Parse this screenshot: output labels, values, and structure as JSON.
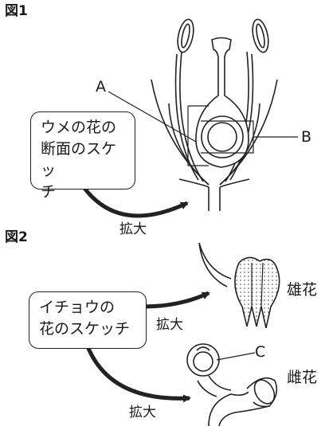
{
  "figure1": {
    "title": "図1",
    "callout_lines": [
      "ウメの花の",
      "断面のスケッ",
      "チ"
    ],
    "arrow_label": "拡大",
    "label_a": "A",
    "label_b": "B"
  },
  "figure2": {
    "title": "図2",
    "callout_lines": [
      "イチョウの",
      "花のスケッチ"
    ],
    "arrow_label_top": "拡大",
    "arrow_label_bottom": "拡大",
    "label_c": "C",
    "male_flower_label": "雄花",
    "female_flower_label": "雌花"
  }
}
